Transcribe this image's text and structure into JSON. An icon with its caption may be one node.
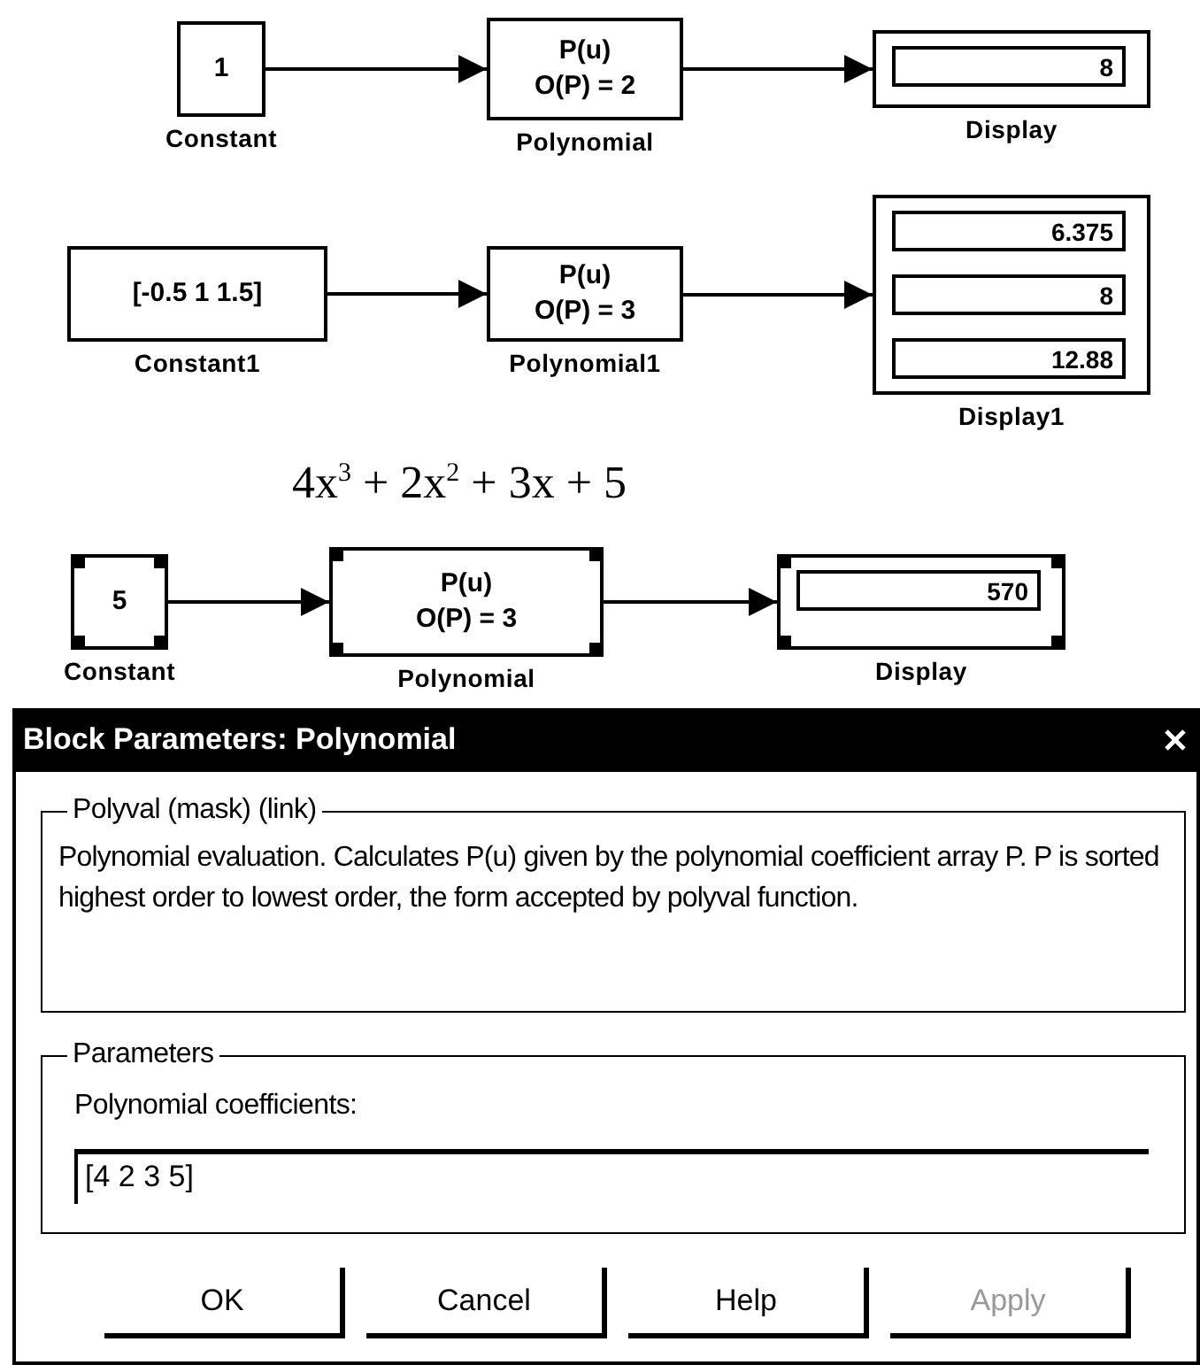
{
  "diagram": {
    "nodes": [
      {
        "text": [
          "1"
        ],
        "beside": [
          "Constant"
        ]
      },
      {
        "text": [
          "P(u)",
          "O(P) = 2"
        ],
        "beside": [
          "Polynomial"
        ]
      },
      {
        "text": [
          "8"
        ],
        "beside": [
          "Display"
        ]
      },
      {
        "text": [
          "[-0.5 1 1.5]"
        ],
        "beside": [
          "Constant1"
        ]
      },
      {
        "text": [
          "P(u)",
          "O(P) = 3"
        ],
        "beside": [
          "Polynomial1"
        ]
      },
      {
        "text": [
          "6.375",
          "8",
          "12.88"
        ],
        "beside": [
          "Display1"
        ]
      },
      {
        "text": [
          "5"
        ],
        "beside": [
          "Constant"
        ]
      },
      {
        "text": [
          "P(u)",
          "O(P) = 3"
        ],
        "beside": [
          "Polynomial"
        ]
      },
      {
        "text": [
          "570"
        ],
        "beside": [
          "Display"
        ]
      }
    ],
    "edges": [
      {
        "from": 0,
        "to": 1,
        "arrow": "to"
      },
      {
        "from": 1,
        "to": 2,
        "arrow": "to"
      },
      {
        "from": 3,
        "to": 4,
        "arrow": "to"
      },
      {
        "from": 4,
        "to": 5,
        "arrow": "to"
      },
      {
        "from": 6,
        "to": 7,
        "arrow": "to"
      },
      {
        "from": 7,
        "to": 8,
        "arrow": "to"
      }
    ],
    "labels": [
      "4x$^{3}$ + 2x$^{2}$ + 3x + 5",
      "Block Parameters: Polynomial",
      "Polyval (mask) (link)",
      "Polynomial evaluation.  Calculates P(u) given by the polynomial coefficient array P.  P is sorted highest order to lowest order, the form accepted by polyval function.",
      "Parameters",
      "Polynomial coefficients:",
      "[4 2 3 5]",
      "OK",
      "Cancel",
      "Help",
      "Apply"
    ]
  }
}
